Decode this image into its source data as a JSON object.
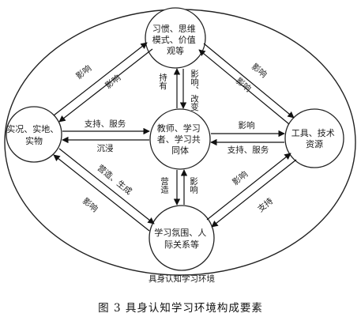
{
  "nodes": {
    "habits": [
      "习惯、思维",
      "模式、价值",
      "观等"
    ],
    "teachers": [
      "教师、学习",
      "者、学习共",
      "同体"
    ],
    "situations": [
      "实况、实地、",
      "实物"
    ],
    "tools": [
      "工具、技术",
      "资源"
    ],
    "atmosphere": [
      "学习氛围、人",
      "际关系等"
    ]
  },
  "edges": {
    "sit_habit_out": "影响",
    "habit_sit_in": "影响",
    "habit_tool_out": "影响",
    "tool_habit_in": "影响",
    "teacher_habit_vert": "持有",
    "habit_teacher_vert": "影响、改变",
    "sit_teacher": "支持、服务",
    "teacher_sit": "沉浸",
    "teacher_tool": "影响",
    "tool_teacher": "支持、服务",
    "teacher_atm": "营造",
    "atm_teacher": "影响",
    "sit_atm_out": "营造、生成",
    "atm_sit_in": "影响",
    "atm_tool_out": "影响",
    "tool_atm_in": "支持"
  },
  "environment_label": "具身认知学习环境",
  "caption": "图 3   具身认知学习环境构成要素"
}
